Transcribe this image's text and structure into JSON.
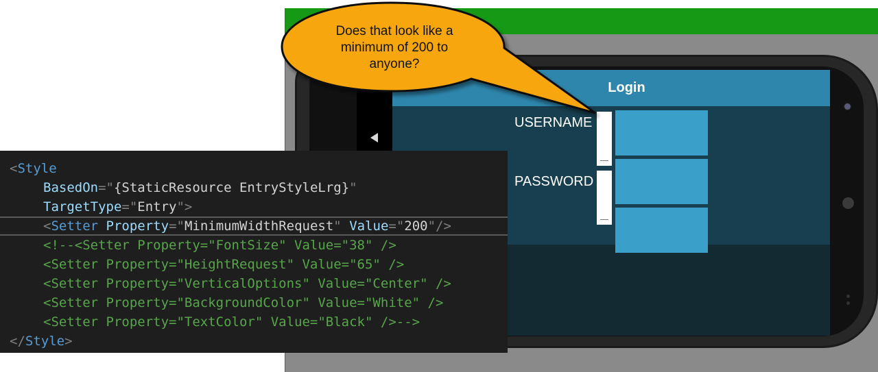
{
  "callout": {
    "line1": "Does that look like a",
    "line2": "minimum of 200 to",
    "line3": "anyone?"
  },
  "app": {
    "title": "Login",
    "username_label": "USERNAME",
    "password_label": "PASSWORD"
  },
  "code": {
    "lines": [
      {
        "open": "<",
        "tag": "Style"
      },
      {
        "attr": "BasedOn",
        "eq": "=\"",
        "val": "{StaticResource EntryStyleLrg}",
        "close": "\""
      },
      {
        "attr": "TargetType",
        "eq": "=\"",
        "val": "Entry",
        "close": "\">"
      },
      {
        "open": "<",
        "tag": "Setter",
        "attr1": "Property",
        "eq1": "=\"",
        "val1": "MinimumWidthRequest",
        "mid": "\" ",
        "attr2": "Value",
        "eq2": "=\"",
        "val2": "200",
        "close": "\"/>"
      },
      {
        "comment": "<!--<Setter Property=\"FontSize\" Value=\"38\" />"
      },
      {
        "comment": "<Setter Property=\"HeightRequest\" Value=\"65\" />"
      },
      {
        "comment": "<Setter Property=\"VerticalOptions\" Value=\"Center\" />"
      },
      {
        "comment": "<Setter Property=\"BackgroundColor\" Value=\"White\" />"
      },
      {
        "comment": "<Setter Property=\"TextColor\" Value=\"Black\" />-->"
      },
      {
        "open": "</",
        "tag": "Style",
        "close": ">"
      }
    ]
  },
  "colors": {
    "emulator_titlebar": "#169a16",
    "app_bar": "#2e86ad",
    "entry_box": "#3aa0c9",
    "bubble_fill": "#f7a70a"
  },
  "icons": {
    "nav_back": "back-triangle-icon"
  }
}
